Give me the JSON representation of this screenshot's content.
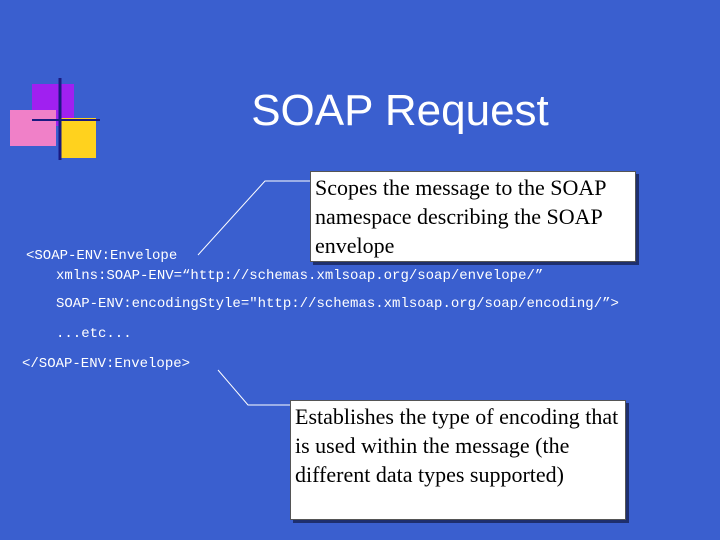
{
  "slide": {
    "title": "SOAP Request",
    "code_lines": [
      "<SOAP-ENV:Envelope",
      "xmlns:SOAP-ENV=“http://schemas.xmlsoap.org/soap/envelope/”",
      "SOAP-ENV:encodingStyle=\"http://schemas.xmlsoap.org/soap/encoding/”>",
      "...etc...",
      "</SOAP-ENV:Envelope>"
    ],
    "callouts": [
      "Scopes the message to the SOAP namespace describing the SOAP envelope",
      "Establishes the type of encoding that is used within the message (the different data types supported)"
    ]
  },
  "colors": {
    "background": "#3a5fcf",
    "title_text": "#ffffff",
    "callout_bg": "#ffffff"
  }
}
